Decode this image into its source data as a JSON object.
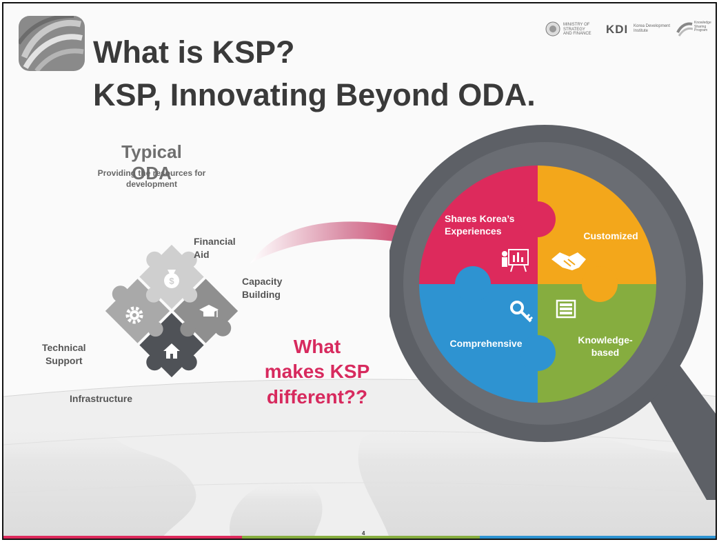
{
  "slide": {
    "title_line1": "What is KSP?",
    "title_line2": "KSP, Innovating Beyond ODA.",
    "page_number": "4"
  },
  "header_logos": {
    "ministry": "MINISTRY OF\nSTRATEGY\nAND FINANCE",
    "kdi_mark": "KDI",
    "kdi_name": "Korea Development\nInstitute",
    "ksp_name": "Knowledge\nSharing\nProgram"
  },
  "typical_oda": {
    "heading": "Typical ODA",
    "subheading": "Providing the resources for\ndevelopment",
    "pieces": [
      {
        "label": "Financial\nAid",
        "icon": "money-bag-icon"
      },
      {
        "label": "Capacity\nBuilding",
        "icon": "graduation-cap-icon"
      },
      {
        "label": "Technical\nSupport",
        "icon": "gear-icon"
      },
      {
        "label": "Infrastructure",
        "icon": "house-icon"
      }
    ]
  },
  "question": "What\nmakes KSP\ndifferent??",
  "ksp_puzzle": {
    "segments": [
      {
        "label": "Shares Korea’s\nExperiences",
        "color": "#dd2a5c",
        "icon": "presentation-icon"
      },
      {
        "label": "Customized",
        "color": "#f3a71b",
        "icon": "handshake-icon"
      },
      {
        "label": "Comprehensive",
        "color": "#2e93d1",
        "icon": "key-icon"
      },
      {
        "label": "Knowledge-\nbased",
        "color": "#86ad3f",
        "icon": "file-cabinet-icon"
      }
    ]
  },
  "colors": {
    "title": "#3a3a3a",
    "question": "#d72a5e",
    "magnifier": "#5d6066",
    "bottom_bar": [
      "#dd2a5c",
      "#86ad3f",
      "#2e93d1"
    ]
  }
}
